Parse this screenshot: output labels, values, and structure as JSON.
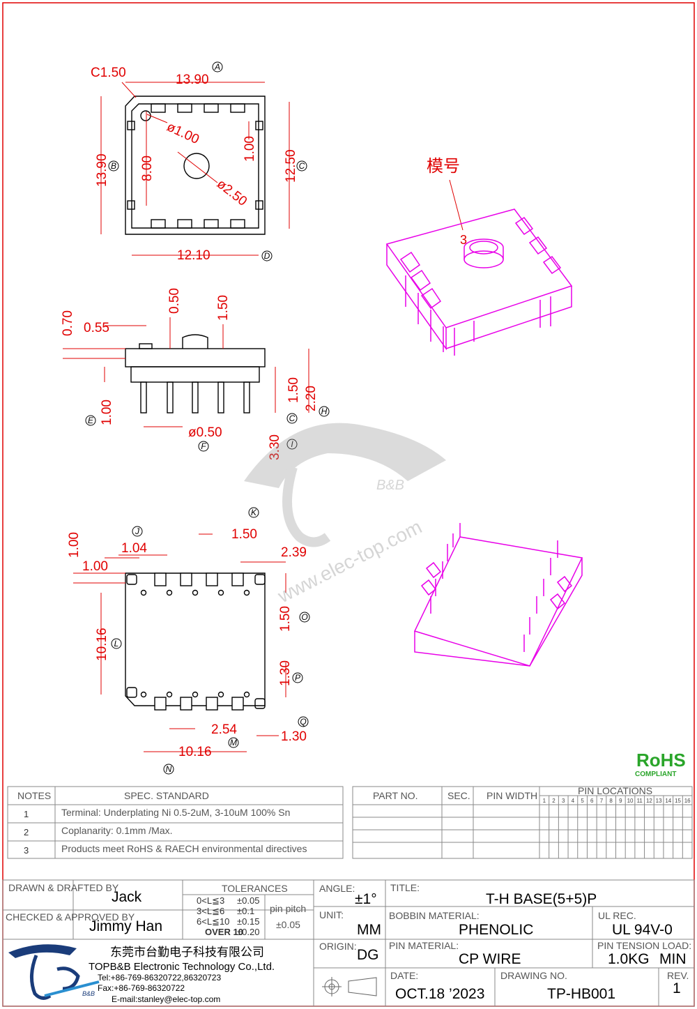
{
  "drawing": {
    "top_view": {
      "dims": [
        "13.90",
        "C1.50",
        "13.90",
        "8.00",
        "1.00",
        "12.50",
        "12.10",
        "ø1.00",
        "ø2.50"
      ],
      "markers": [
        "A",
        "B",
        "C",
        "D"
      ]
    },
    "side_view": {
      "dims": [
        "0.70",
        "0.55",
        "0.50",
        "1.50",
        "1.00",
        "1.50",
        "2.20",
        "ø0.50",
        "3.30"
      ],
      "markers": [
        "E",
        "F",
        "C",
        "H",
        "I"
      ]
    },
    "bottom_view": {
      "dims": [
        "1.00",
        "1.04",
        "1.50",
        "2.39",
        "1.00",
        "10.16",
        "1.50",
        "1.30",
        "2.54",
        "1.30",
        "10.16"
      ],
      "markers": [
        "J",
        "K",
        "L",
        "O",
        "P",
        "Q",
        "M",
        "N"
      ]
    },
    "iso_label": "模号",
    "iso_number": "3",
    "watermark_url": "www.elec-top.com",
    "watermark_sub": "B&B",
    "rohs": {
      "title": "RoHS",
      "sub": "COMPLIANT"
    }
  },
  "notes": {
    "header_notes": "NOTES",
    "header_spec": "SPEC. STANDARD",
    "rows": [
      {
        "num": "1",
        "text": "Terminal: Underplating Ni 0.5-2uM, 3-10uM 100% Sn"
      },
      {
        "num": "2",
        "text": "Coplanarity: 0.1mm /Max."
      },
      {
        "num": "3",
        "text": "Products meet RoHS & RAECH environmental directives"
      }
    ]
  },
  "parts": {
    "headers": [
      "PART NO.",
      "SEC.",
      "PIN WIDTH",
      "PIN LOCATIONS"
    ],
    "pin_numbers": [
      "1",
      "2",
      "3",
      "4",
      "5",
      "6",
      "7",
      "8",
      "9",
      "10",
      "11",
      "12",
      "13",
      "14",
      "15",
      "16"
    ]
  },
  "title_block": {
    "drawn_label": "DRAWN & DRAFTED BY",
    "drawn_value": "Jack",
    "checked_label": "CHECKED & APPROVED BY",
    "checked_value": "Jimmy Han",
    "tolerances_label": "TOLERANCES",
    "tolerances": [
      {
        "range": "0<L≦3",
        "value": "±0.05"
      },
      {
        "range": "3<L≦6",
        "value": "±0.1"
      },
      {
        "range": "6<L≦10",
        "value": "±0.15"
      },
      {
        "range": "OVER 10",
        "value": "±0.20"
      }
    ],
    "pin_pitch_label": "pin pitch",
    "pin_pitch_value": "±0.05",
    "angle_label": "ANGLE:",
    "angle_value": "±1°",
    "unit_label": "UNIT:",
    "unit_value": "MM",
    "origin_label": "ORIGIN:",
    "origin_value": "DG",
    "title_label": "TITLE:",
    "title_value": "T-H  BASE(5+5)P",
    "bobbin_label": "BOBBIN MATERIAL:",
    "bobbin_value": "PHENOLIC",
    "ul_label": "UL REC.",
    "ul_value": "UL  94V-0",
    "pin_material_label": "PIN MATERIAL:",
    "pin_material_value": "CP  WIRE",
    "pin_tension_label": "PIN TENSION LOAD:",
    "pin_tension_value": "1.0KG",
    "pin_tension_unit": "MIN",
    "date_label": "DATE:",
    "date_value": "OCT.18 ’2023",
    "drawing_no_label": "DRAWING NO.",
    "drawing_no_value": "TP-HB001",
    "rev_label": "REV.",
    "rev_value": "1",
    "company_cn": "东莞市台勤电子科技有限公司",
    "company_en": "TOPB&B Electronic Technology Co.,Ltd.",
    "tel": "Tel:+86-769-86320722,86320723",
    "fax": "Fax:+86-769-86320722",
    "email": "E-mail:stanley@elec-top.com",
    "logo_sub": "B&B"
  },
  "colors": {
    "border": "#e00000",
    "dimension": "#e00000",
    "model": "#e800e8",
    "rohs": "#2aa52a"
  }
}
